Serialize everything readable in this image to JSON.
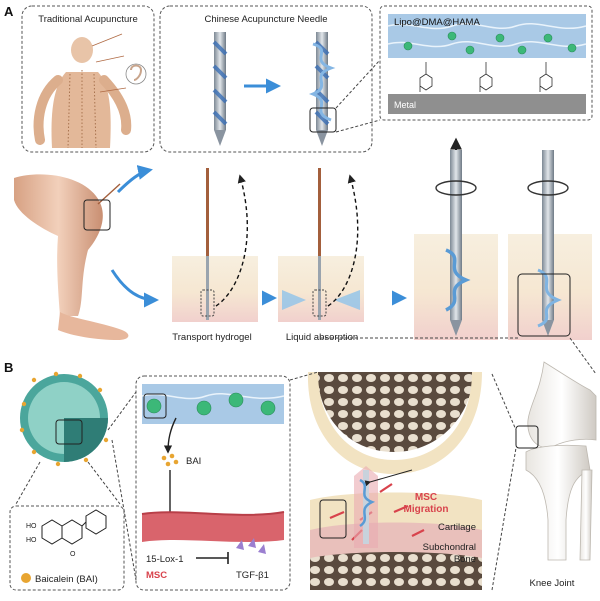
{
  "panel_a": {
    "letter": "A",
    "inset_traditional": "Traditional Acupuncture",
    "inset_needle": "Chinese Acupuncture Needle",
    "inset_coating": "Lipo@DMA@HAMA",
    "metal": "Metal",
    "step_transport": "Transport hydrogel",
    "step_absorption": "Liquid absorption"
  },
  "panel_b": {
    "letter": "B",
    "bai": "BAI",
    "lox": "15-Lox-1",
    "tgf": "TGF-β1",
    "msc": "MSC",
    "compound": "Baicalein (BAI)",
    "msc_migration_1": "MSC",
    "msc_migration_2": "Migration",
    "cartilage": "Cartilage",
    "subchondral_1": "Subchondral",
    "subchondral_2": "Bone",
    "knee_joint": "Knee Joint"
  },
  "colors": {
    "hydrogel_blue": "#a9c9e6",
    "liposome_green": "#3cb878",
    "msc_red": "#d8434c",
    "needle_copper": "#a35f3c",
    "tissue_pink": "#e7b6b8",
    "tissue_cream": "#f4e6cf",
    "arrow_blue": "#3b8ed8"
  }
}
